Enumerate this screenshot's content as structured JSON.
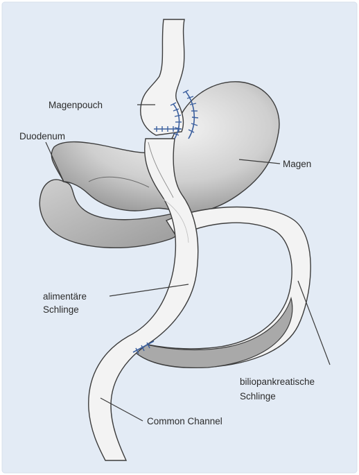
{
  "colors": {
    "panel_background": "#e3ebf5",
    "organ_fill": "#c9c9c9",
    "bowel_fill": "#f3f3f3",
    "outline": "#3c3c3c",
    "suture": "#3b5f9e"
  },
  "labels": {
    "pouch": "Magenpouch",
    "duodenum": "Duodenum",
    "stomach": "Magen",
    "alimentary_line1": "alimentäre",
    "alimentary_line2": "Schlinge",
    "biliopancreatic_line1": "biliopankreatische",
    "biliopancreatic_line2": "Schlinge",
    "common_channel": "Common Channel"
  }
}
